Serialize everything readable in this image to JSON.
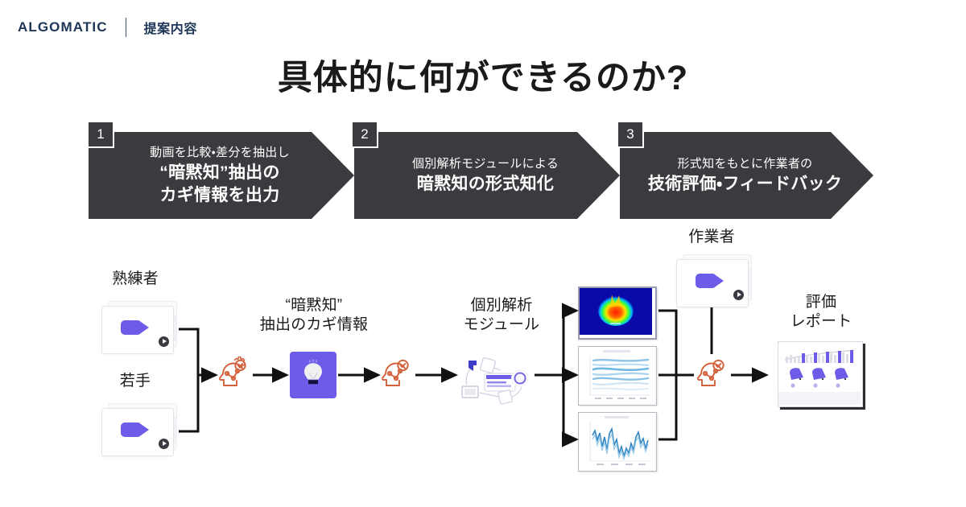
{
  "header": {
    "logo": "ALGOMATIC",
    "subtitle": "提案内容"
  },
  "title": "具体的に何ができるのか?",
  "steps": [
    {
      "number": "1",
      "sub": "動画を比較・差分を抽出し",
      "main_line1": "“暗黙知”抽出の",
      "main_line2": "カギ情報を出力"
    },
    {
      "number": "2",
      "sub": "個別解析モジュールによる",
      "main_line1": "暗黙知の形式知化",
      "main_line2": ""
    },
    {
      "number": "3",
      "sub": "形式知をもとに作業者の",
      "main_line1": "技術評価・フィードバック",
      "main_line2": ""
    }
  ],
  "flow": {
    "label_expert": "熟練者",
    "label_junior": "若手",
    "label_key_info_line1": "“暗黙知”",
    "label_key_info_line2": "抽出のカギ情報",
    "label_module_line1": "個別解析",
    "label_module_line2": "モジュール",
    "label_worker": "作業者",
    "label_report_line1": "評価",
    "label_report_line2": "レポート",
    "icon_expert_video": "video-thumbnail-icon",
    "icon_junior_video": "video-thumbnail-icon",
    "icon_worker_video": "video-thumbnail-icon",
    "icon_ai_1": "ai-brain-gear-icon",
    "icon_ai_2": "ai-brain-gear-icon",
    "icon_ai_3": "ai-brain-gear-icon",
    "icon_bulb": "lightbulb-icon",
    "icon_module": "analysis-module-network-icon",
    "thumb_heatmap": "heatmap-chart-thumbnail",
    "thumb_lines": "horizontal-line-chart-thumbnail",
    "thumb_timeseries": "timeseries-line-chart-thumbnail",
    "icon_report": "evaluation-report-document-icon"
  },
  "colors": {
    "brand_navy": "#1d3557",
    "step_bg": "#3b3b3f",
    "accent_purple": "#6c5ce7",
    "ai_orange": "#d4603c",
    "page_bg": "#ffffff",
    "title_black": "#1a1a1a"
  }
}
